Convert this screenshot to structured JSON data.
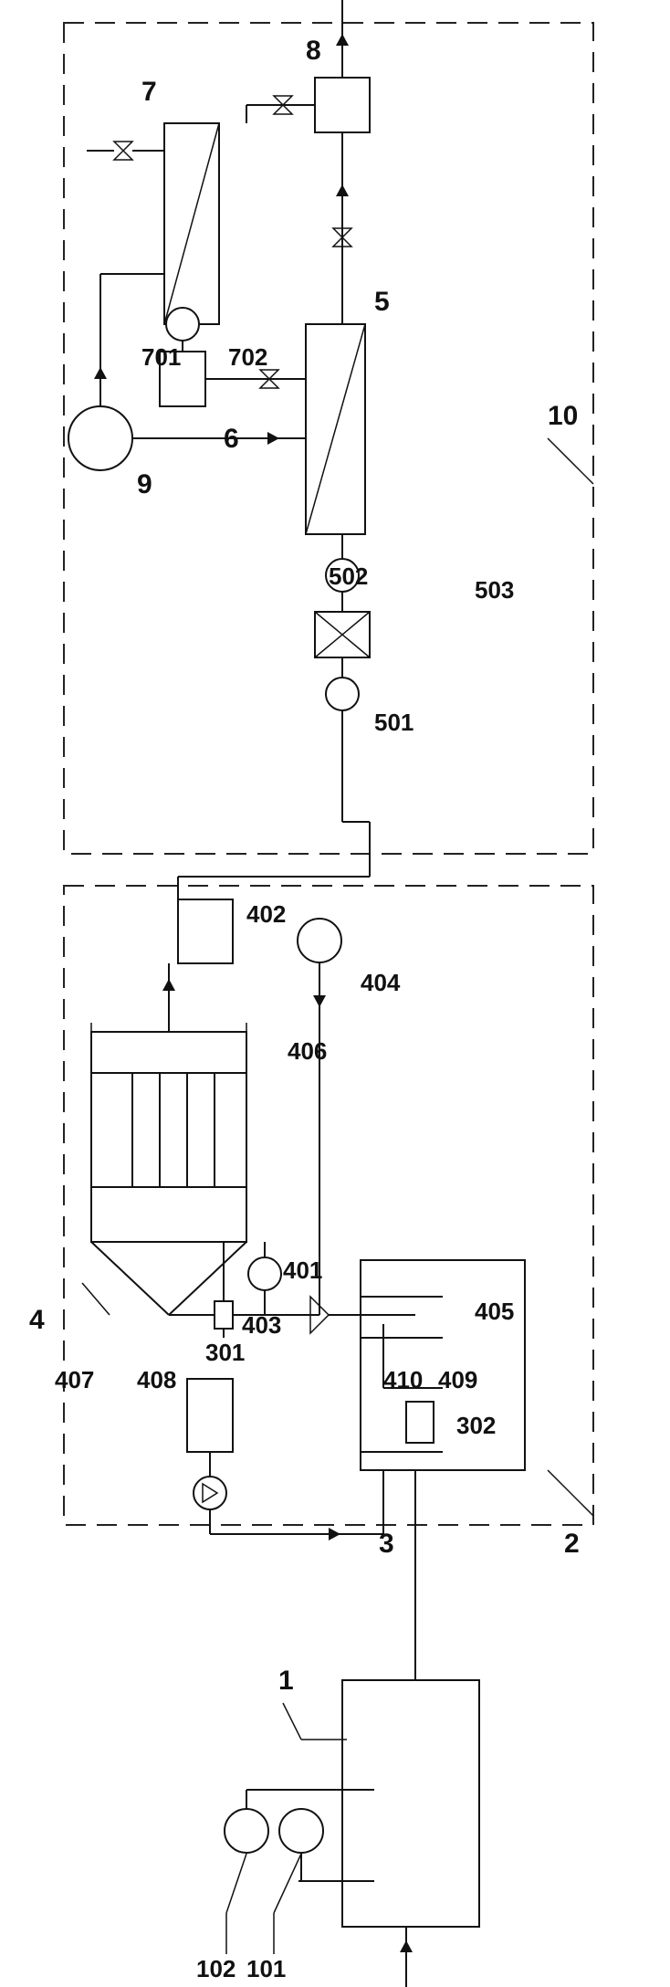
{
  "labels": {
    "l1": "1",
    "l2": "2",
    "l3": "3",
    "l4": "4",
    "l5": "5",
    "l6": "6",
    "l7": "7",
    "l8": "8",
    "l9": "9",
    "l10": "10",
    "l101": "101",
    "l102": "102",
    "l301": "301",
    "l302": "302",
    "l401": "401",
    "l402": "402",
    "l403": "403",
    "l404": "404",
    "l405": "405",
    "l406": "406",
    "l407": "407",
    "l408": "408",
    "l409": "409",
    "l410": "410",
    "l501": "501",
    "l502": "502",
    "l503": "503",
    "l701": "701",
    "l702": "702"
  }
}
